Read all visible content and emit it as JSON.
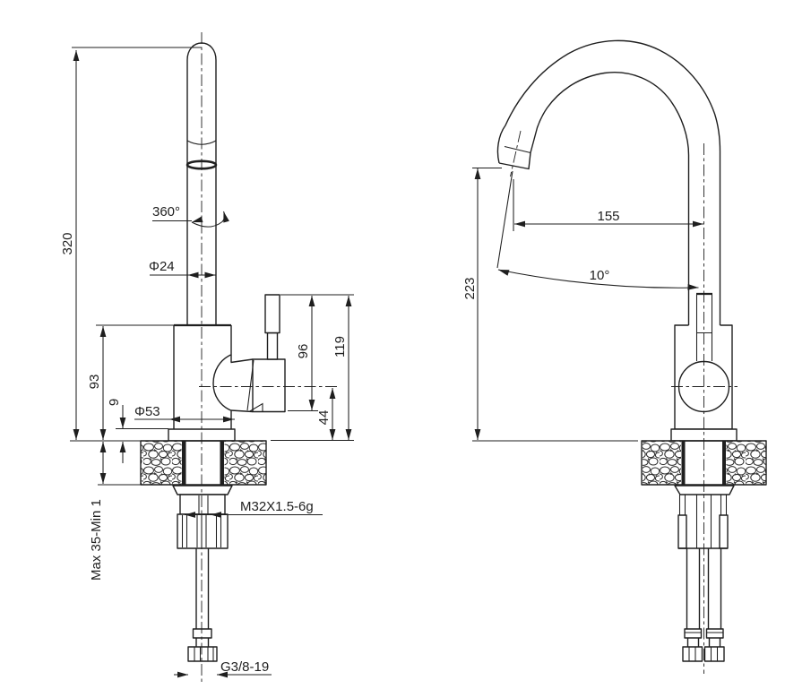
{
  "page": {
    "background": "#ffffff",
    "line_color": "#1f1f1f"
  },
  "views": {
    "front": {
      "name": "front-view"
    },
    "side": {
      "name": "side-view"
    }
  },
  "dimensions": {
    "overall_height": "320",
    "swivel_angle": "360°",
    "spout_tube_diameter": "Φ24",
    "body_height": "93",
    "flange_thickness": "9",
    "flange_diameter": "Φ53",
    "handle_top_to_base": "96",
    "lever_top_to_counter": "119",
    "handle_axis_to_counter": "44",
    "counter_thickness_range": "Max 35-Min 1",
    "shank_thread": "M32X1.5-6g",
    "supply_thread": "G3/8-19",
    "spout_reach": "155",
    "outlet_height": "223",
    "outlet_angle": "10°"
  }
}
